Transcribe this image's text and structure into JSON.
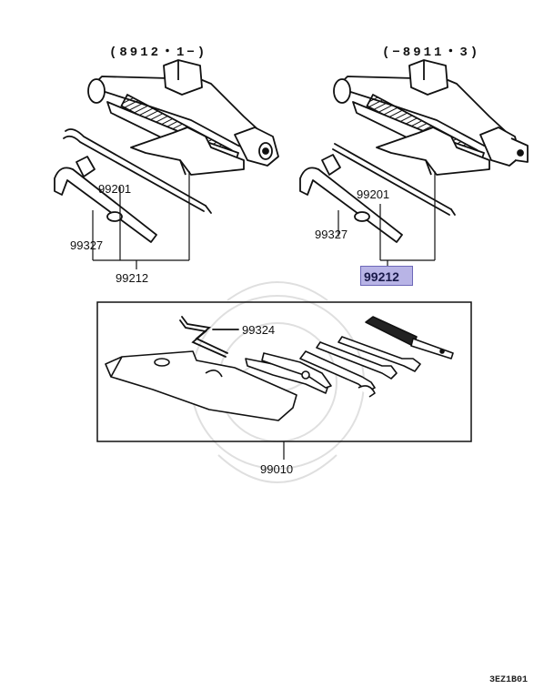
{
  "headers": {
    "left": "(8912・1−)",
    "right": "(−8911・3)"
  },
  "labels": {
    "left_handle": "99201",
    "left_wrench": "99327",
    "left_assembly": "99212",
    "right_handle": "99201",
    "right_wrench": "99327",
    "right_assembly": "99212",
    "hook": "99324",
    "tool_kit": "99010"
  },
  "highlighted_part": "99212",
  "highlight_color": "#b8b4e6",
  "diagram_code": "3EZ1B01"
}
